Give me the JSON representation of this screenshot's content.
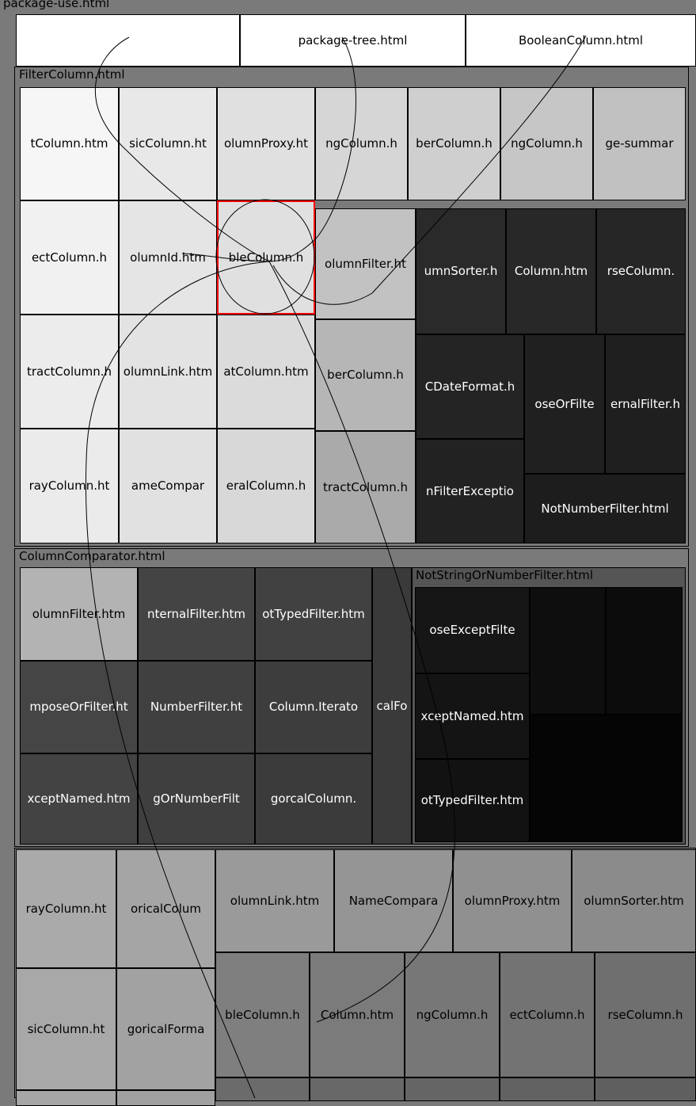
{
  "window": {
    "title": "package-use.html"
  },
  "top_row": [
    {
      "id": "top-blank",
      "label": ""
    },
    {
      "id": "top-package-tree",
      "label": "package-tree.html"
    },
    {
      "id": "top-booleancolumn",
      "label": "BooleanColumn.html"
    }
  ],
  "groups": {
    "filter_column": {
      "title": "FilterColumn.html"
    },
    "column_comparator": {
      "title": "ColumnComparator.html"
    },
    "not_string_or_number_filter": {
      "title": "NotStringOrNumberFilter.html"
    }
  },
  "filter_column_cells": [
    "tColumn.htm",
    "sicColumn.ht",
    "olumnProxy.ht",
    "ngColumn.h",
    "berColumn.h",
    "ngColumn.h",
    "ge-summar",
    "ectColumn.h",
    "olumnId.htm",
    "bleColumn.h",
    "olumnFilter.ht",
    "umnSorter.h",
    "Column.htm",
    "rseColumn.",
    "tractColumn.h",
    "olumnLink.htm",
    "atColumn.htm",
    "berColumn.h",
    "CDateFormat.h",
    "oseOrFilte",
    "ernalFilter.h",
    "rayColumn.ht",
    "ameCompar",
    "eralColumn.h",
    "tractColumn.h",
    "nFilterExceptio",
    "NotNumberFilter.html"
  ],
  "column_comparator_cells": [
    "olumnFilter.htm",
    "nternalFilter.htm",
    "otTypedFilter.htm",
    "mposeOrFilter.ht",
    "NumberFilter.ht",
    "Column.Iterato",
    "calFo",
    "xceptNamed.htm",
    "gOrNumberFilt",
    "gorcalColumn."
  ],
  "not_string_cells": [
    "oseExceptFilte",
    "xceptNamed.htm",
    "otTypedFilter.htm"
  ],
  "bottom_cells": [
    "rayColumn.ht",
    "oricalColum",
    "olumnLink.htm",
    "NameCompara",
    "olumnProxy.htm",
    "olumnSorter.htm",
    "sicColumn.ht",
    "goricalForma",
    "bleColumn.h",
    "Column.htm",
    "ngColumn.h",
    "ectColumn.h",
    "rseColumn.h"
  ]
}
